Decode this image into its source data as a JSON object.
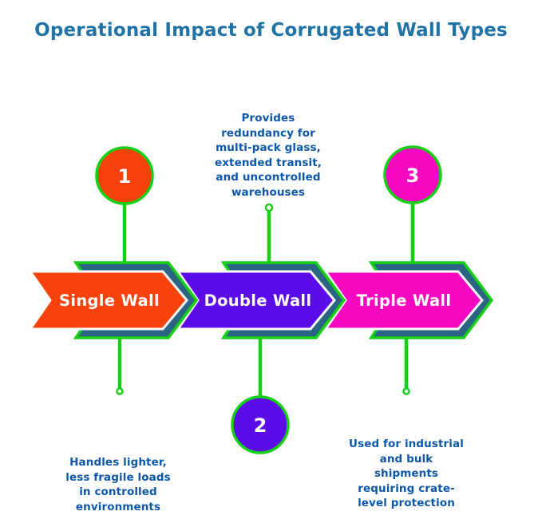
{
  "title": "Operational Impact of Corrugated Wall Types",
  "colors": {
    "background": "#ffffff",
    "title": "#2173A6",
    "note_text": "#0D57A9",
    "green": "#16D016",
    "shadow": "#2C6484",
    "white": "#ffffff",
    "orange": "#F7420B",
    "purple": "#5B0CE8",
    "magenta": "#F708C0"
  },
  "steps": [
    {
      "number": "1",
      "label": "Single Wall",
      "color": "#F7420B",
      "note": "Handles lighter,\nless fragile loads\nin controlled\nenvironments"
    },
    {
      "number": "2",
      "label": "Double Wall",
      "color": "#5B0CE8",
      "note": "Provides\nredundancy for\nmulti-pack glass,\nextended transit,\nand uncontrolled\nwarehouses"
    },
    {
      "number": "3",
      "label": "Triple Wall",
      "color": "#F708C0",
      "note": "Used for industrial\nand bulk\nshipments\nrequiring crate-\nlevel protection"
    }
  ]
}
